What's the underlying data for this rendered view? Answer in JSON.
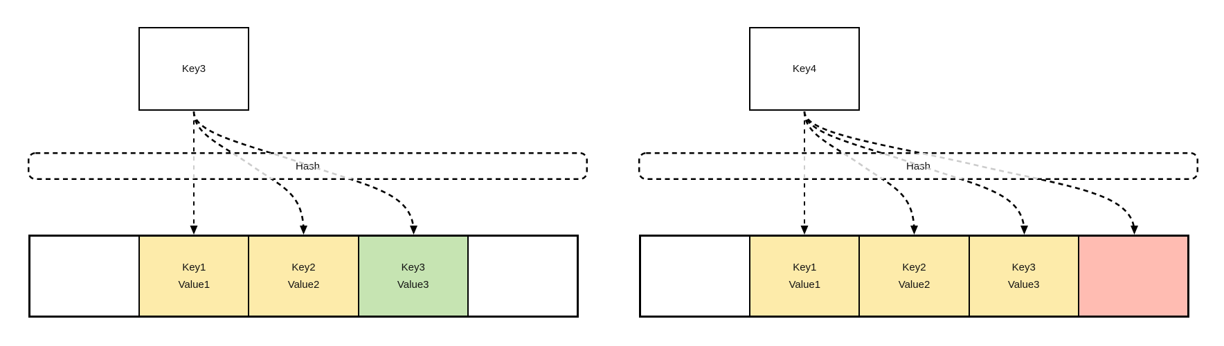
{
  "colors": {
    "line": "#000000",
    "hash_passthrough_line": "#cccccc",
    "empty_slot_fill": "#ffffff",
    "occupied_slot_fill": "#fdebaa",
    "inserted_slot_fill": "#c6e4b2",
    "collision_slot_fill": "#ffbcb2"
  },
  "diagrams": [
    {
      "name": "insert-key3",
      "key_label": "Key3",
      "hash_label": "Hash",
      "slots": [
        {
          "key": "",
          "value": "",
          "fill": "#ffffff"
        },
        {
          "key": "Key1",
          "value": "Value1",
          "fill": "#fdebaa"
        },
        {
          "key": "Key2",
          "value": "Value2",
          "fill": "#fdebaa"
        },
        {
          "key": "Key3",
          "value": "Value3",
          "fill": "#c6e4b2"
        },
        {
          "key": "",
          "value": "",
          "fill": "#ffffff"
        }
      ],
      "arrow_target_slots": [
        1,
        2,
        3
      ]
    },
    {
      "name": "insert-key4",
      "key_label": "Key4",
      "hash_label": "Hash",
      "slots": [
        {
          "key": "",
          "value": "",
          "fill": "#ffffff"
        },
        {
          "key": "Key1",
          "value": "Value1",
          "fill": "#fdebaa"
        },
        {
          "key": "Key2",
          "value": "Value2",
          "fill": "#fdebaa"
        },
        {
          "key": "Key3",
          "value": "Value3",
          "fill": "#fdebaa"
        },
        {
          "key": "",
          "value": "",
          "fill": "#ffbcb2"
        }
      ],
      "arrow_target_slots": [
        1,
        2,
        3,
        4
      ]
    }
  ]
}
